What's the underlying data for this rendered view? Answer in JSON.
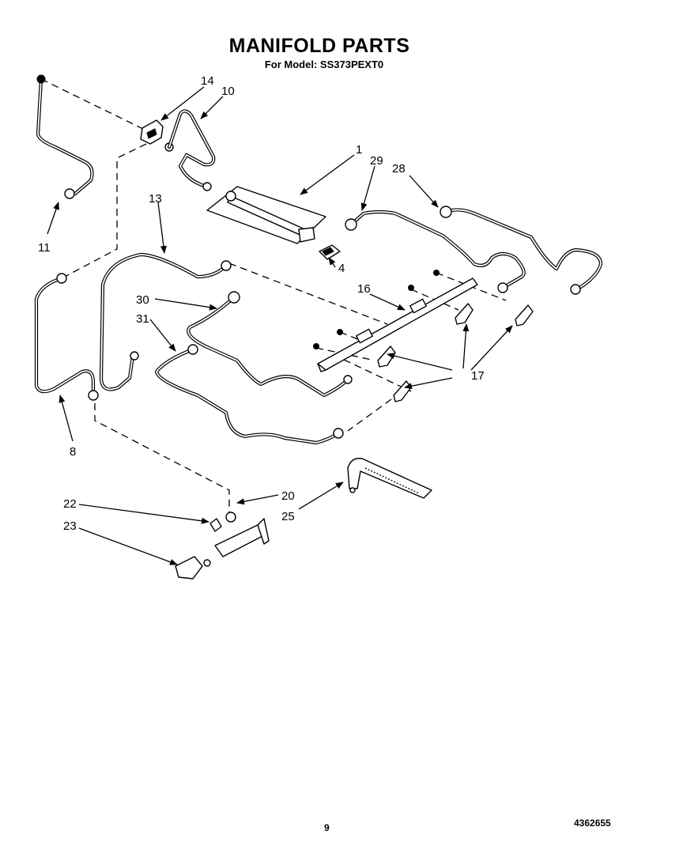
{
  "header": {
    "title": "MANIFOLD PARTS",
    "subtitle": "For Model: SS373PEXT0"
  },
  "footer": {
    "page_number": "9",
    "document_number": "4362655"
  },
  "callouts": {
    "c1": "1",
    "c4": "4",
    "c8": "8",
    "c10": "10",
    "c11": "11",
    "c13": "13",
    "c14": "14",
    "c16": "16",
    "c17": "17",
    "c20": "20",
    "c22": "22",
    "c23": "23",
    "c25": "25",
    "c28": "28",
    "c29": "29",
    "c30": "30",
    "c31": "31"
  }
}
